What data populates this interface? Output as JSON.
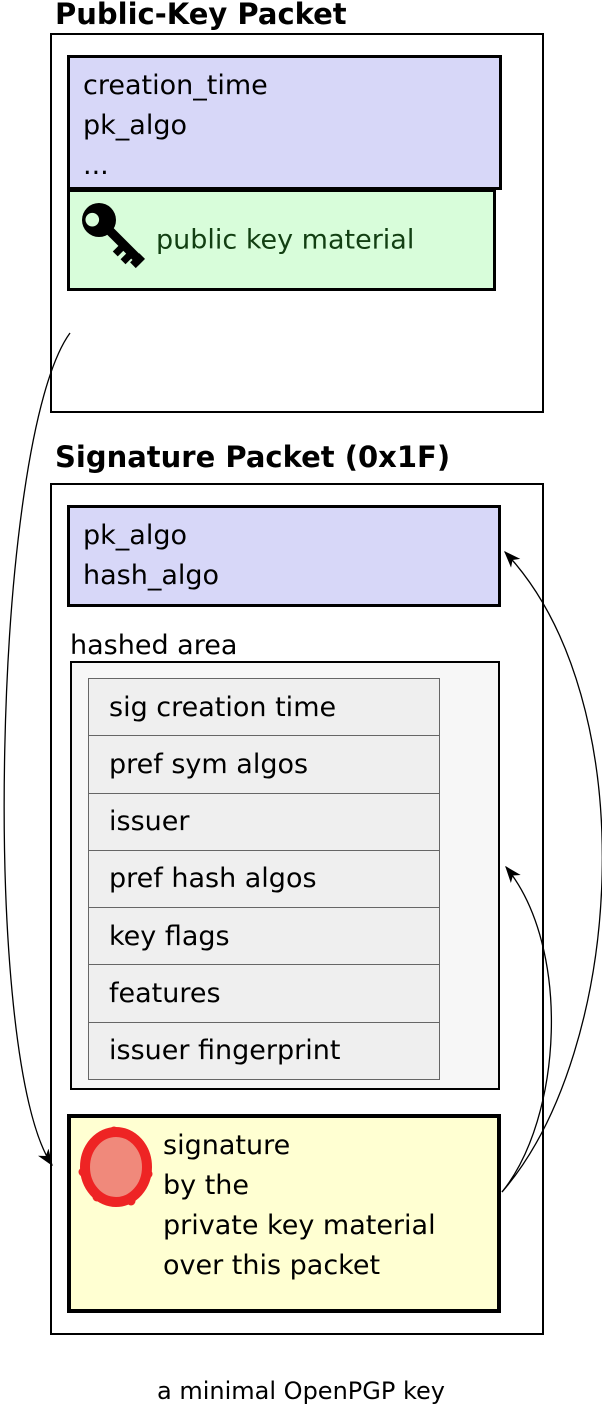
{
  "diagram": {
    "caption": "a minimal OpenPGP key",
    "public_key_packet": {
      "title": "Public-Key Packet",
      "header_fields": [
        "creation_time",
        "pk_algo",
        "..."
      ],
      "material_label": "public key material",
      "material_icon": "key-icon"
    },
    "signature_packet": {
      "title": "Signature Packet (0x1F)",
      "header_fields": [
        "pk_algo",
        "hash_algo"
      ],
      "hashed_area_label": "hashed area",
      "hashed_subpackets": [
        "sig creation time",
        "pref sym algos",
        "issuer",
        "pref hash algos",
        "key flags",
        "features",
        "issuer fingerprint"
      ],
      "signature_lines": [
        "signature",
        "by the",
        "private key material",
        "over this packet"
      ],
      "signature_icon": "seal-icon"
    },
    "arrows": [
      "public-key-packet-to-signature",
      "signature-to-hashed-area",
      "signature-to-signature-header"
    ],
    "colors": {
      "packet_header_fill": "#d7d7f8",
      "key_material_fill": "#d8fdda",
      "key_material_text": "#123f12",
      "hashed_area_fill": "#f7f7f7",
      "subpacket_fill": "#efefef",
      "signature_fill": "#ffffd2",
      "seal_stroke": "#ee2424",
      "seal_fill": "#f0897b",
      "line_color": "#000000"
    }
  }
}
